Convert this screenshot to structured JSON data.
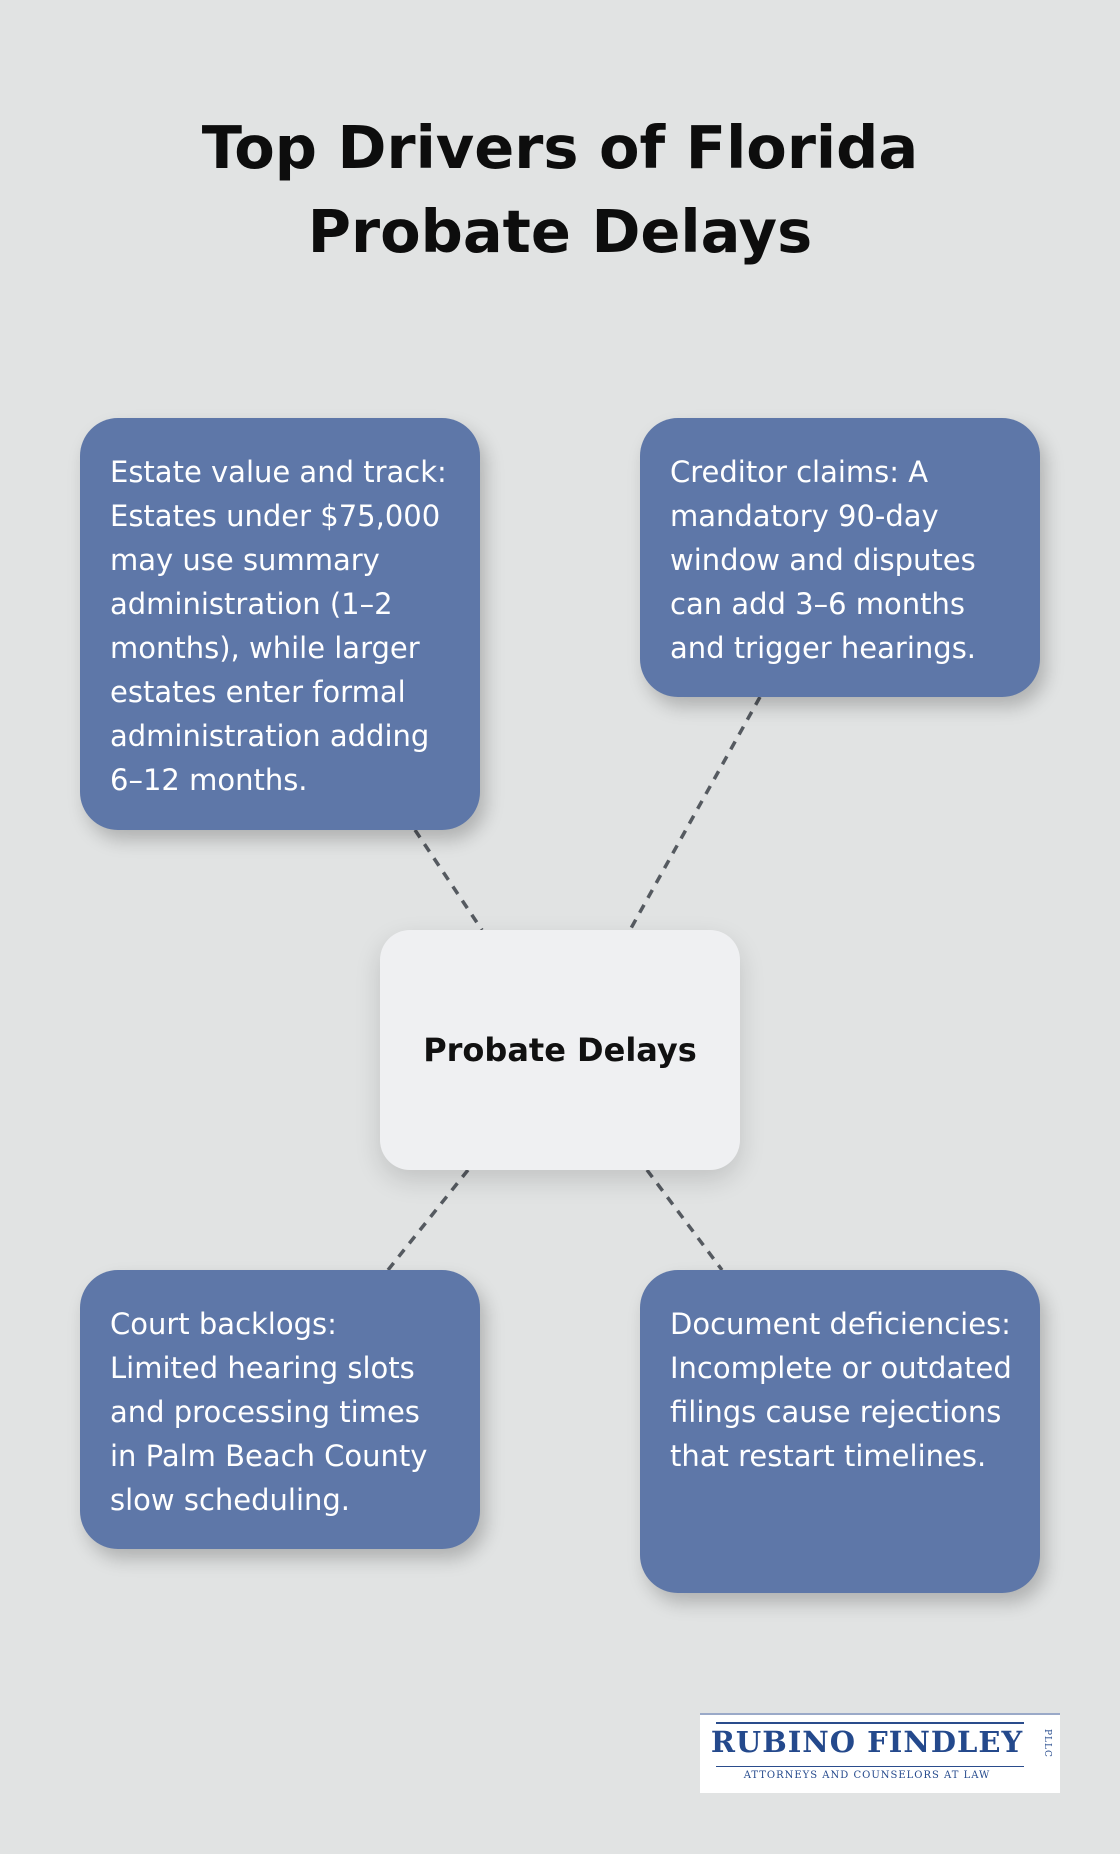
{
  "title": "Top Drivers of Florida Probate Delays",
  "center": {
    "label": "Probate Delays"
  },
  "drivers": [
    {
      "text": "Estate value and track: Estates under $75,000 may use summary administration (1–2 months), while larger estates enter formal administration adding 6–12 months."
    },
    {
      "text": "Creditor claims: A mandatory 90-day window and disputes can add 3–6 months and trigger hearings."
    },
    {
      "text": "Court backlogs: Limited hearing slots and processing times in Palm Beach County slow scheduling."
    },
    {
      "text": "Document deficiencies: Incomplete or outdated filings cause rejections that restart timelines."
    }
  ],
  "logo": {
    "name": "RUBINO FINDLEY",
    "suffix": "PLLC",
    "tagline": "ATTORNEYS AND COUNSELORS AT LAW"
  },
  "colors": {
    "background": "#e1e3e3",
    "driver_node": "#5e77a8",
    "center_node": "#eff0f2",
    "connector": "#555a60",
    "logo_blue": "#24498c"
  }
}
